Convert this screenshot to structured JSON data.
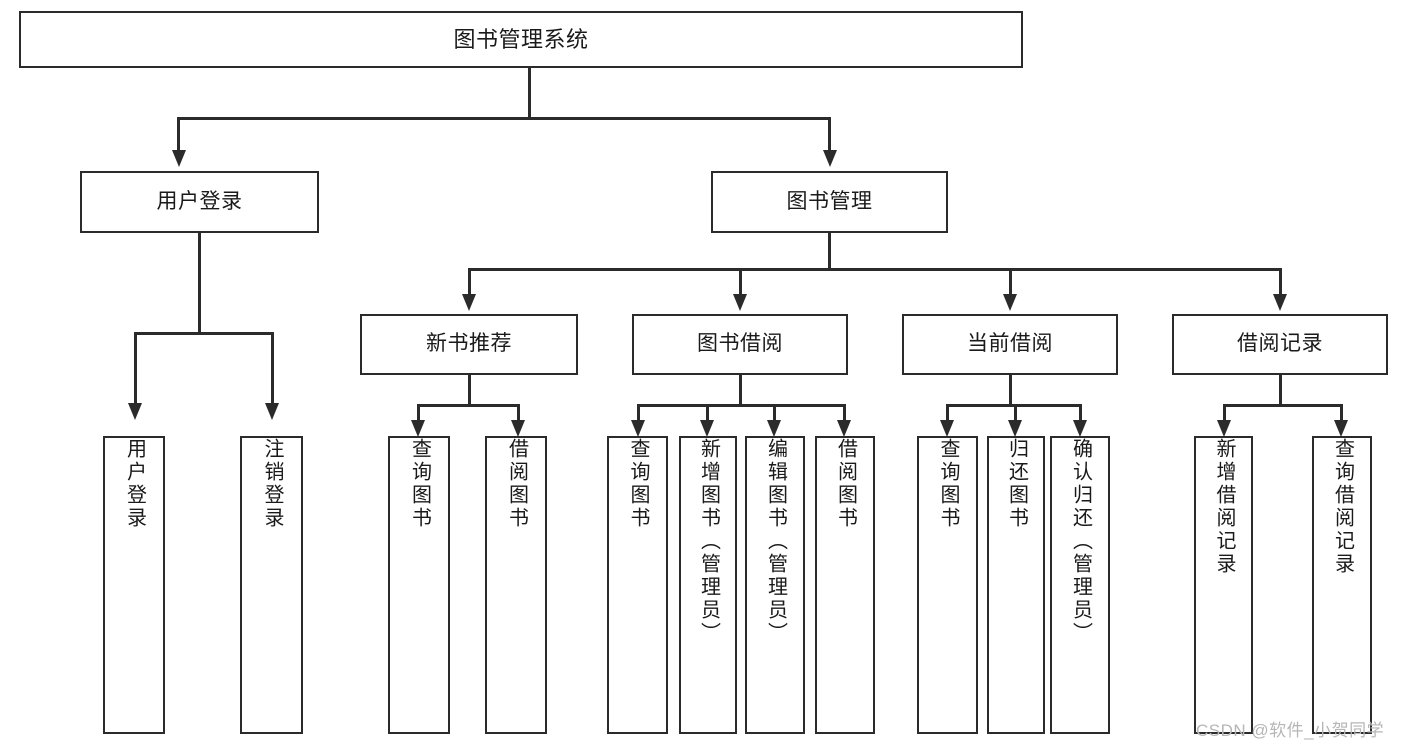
{
  "diagram": {
    "type": "tree-hierarchy-chart",
    "title": "图书管理系统",
    "background_color": "#ffffff",
    "line_color": "#2b2b2b",
    "text_color": "#1a1a1a"
  },
  "nodes": {
    "root": {
      "label": "图书管理系统",
      "level": 0
    },
    "level1": [
      {
        "id": "user-login",
        "label": "用户登录"
      },
      {
        "id": "book-manage",
        "label": "图书管理"
      }
    ],
    "level2": [
      {
        "id": "new-book-recommend",
        "label": "新书推荐"
      },
      {
        "id": "book-borrow",
        "label": "图书借阅"
      },
      {
        "id": "current-borrow",
        "label": "当前借阅"
      },
      {
        "id": "borrow-record",
        "label": "借阅记录"
      }
    ],
    "leaves": {
      "user_login": [
        {
          "id": "leaf-user-login",
          "label": "用户登录"
        },
        {
          "id": "leaf-user-logout",
          "label": "注销登录"
        }
      ],
      "new_book_recommend": [
        {
          "id": "leaf-query-book-1",
          "label": "查询图书"
        },
        {
          "id": "leaf-borrow-book-1",
          "label": "借阅图书"
        }
      ],
      "book_borrow": [
        {
          "id": "leaf-query-book-2",
          "label": "查询图书"
        },
        {
          "id": "leaf-add-book",
          "label": "新增图书（管理员）"
        },
        {
          "id": "leaf-edit-book",
          "label": "编辑图书（管理员）"
        },
        {
          "id": "leaf-borrow-book-2",
          "label": "借阅图书"
        }
      ],
      "current_borrow": [
        {
          "id": "leaf-query-book-3",
          "label": "查询图书"
        },
        {
          "id": "leaf-return-book",
          "label": "归还图书"
        },
        {
          "id": "leaf-confirm-return",
          "label": "确认归还（管理员）"
        }
      ],
      "borrow_record": [
        {
          "id": "leaf-add-record",
          "label": "新增借阅记录"
        },
        {
          "id": "leaf-query-record",
          "label": "查询借阅记录"
        }
      ]
    }
  },
  "watermark": {
    "text": "CSDN @软件_小贺同学"
  }
}
